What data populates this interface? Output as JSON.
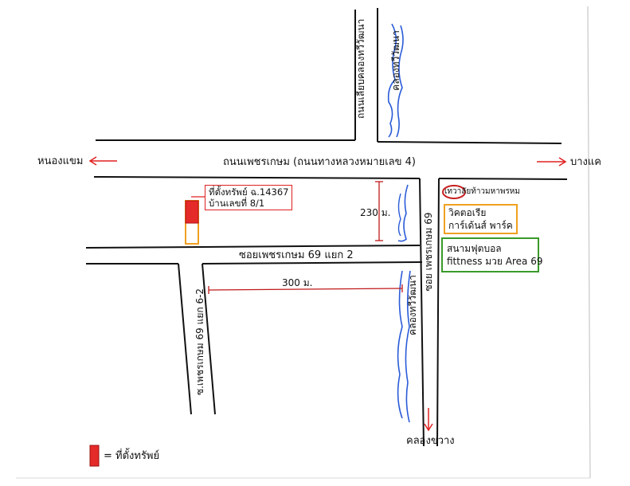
{
  "colors": {
    "road_line": "#111111",
    "arrow": "#e02020",
    "canal": "#2a5bd7",
    "property_fill": "#e52a2a",
    "property_outline": "#f0a020",
    "label_box_red": "#e02020",
    "box_orange": "#f0a020",
    "box_green": "#3a9a2a",
    "landmark_circle": "#c81e1e"
  },
  "roads": {
    "main_road": "ถนนเพชรเกษม (ถนนทางหลวงหมายเลข 4)",
    "canal_side_road_top": "ถนนเลียบคลองทวีวัฒนา",
    "soi_69_2": "ซอยเพชรเกษม 69 แยก 2",
    "soi_69": "ซอย เพชรเกษม 69",
    "soi_69_6_2": "ซ.เพชรเกษม 69 แยก 6-2"
  },
  "canals": {
    "top": "คลองทวีวัฒนา",
    "bottom": "คลองทวีวัฒนา"
  },
  "directions": {
    "west": "หนองแขม",
    "east": "บางแค",
    "south": "คลองขวาง"
  },
  "distances": {
    "vertical": "230 ม.",
    "horizontal": "300 ม."
  },
  "property_label": {
    "line1": "ที่ตั้งทรัพย์ ฉ.14367",
    "line2": "บ้านเลขที่ 8/1"
  },
  "landmarks": {
    "temple": "เทวาลัยท้าวมหาพรหม",
    "village_line1": "วิคตอเรีย",
    "village_line2": "การ์เด้นส์ พาร์ค",
    "sport_line1": "สนามฟุตบอล",
    "sport_line2": "fittness มวย Area 69"
  },
  "legend": {
    "text": "= ที่ตั้งทรัพย์",
    "icon": "property-marker"
  }
}
